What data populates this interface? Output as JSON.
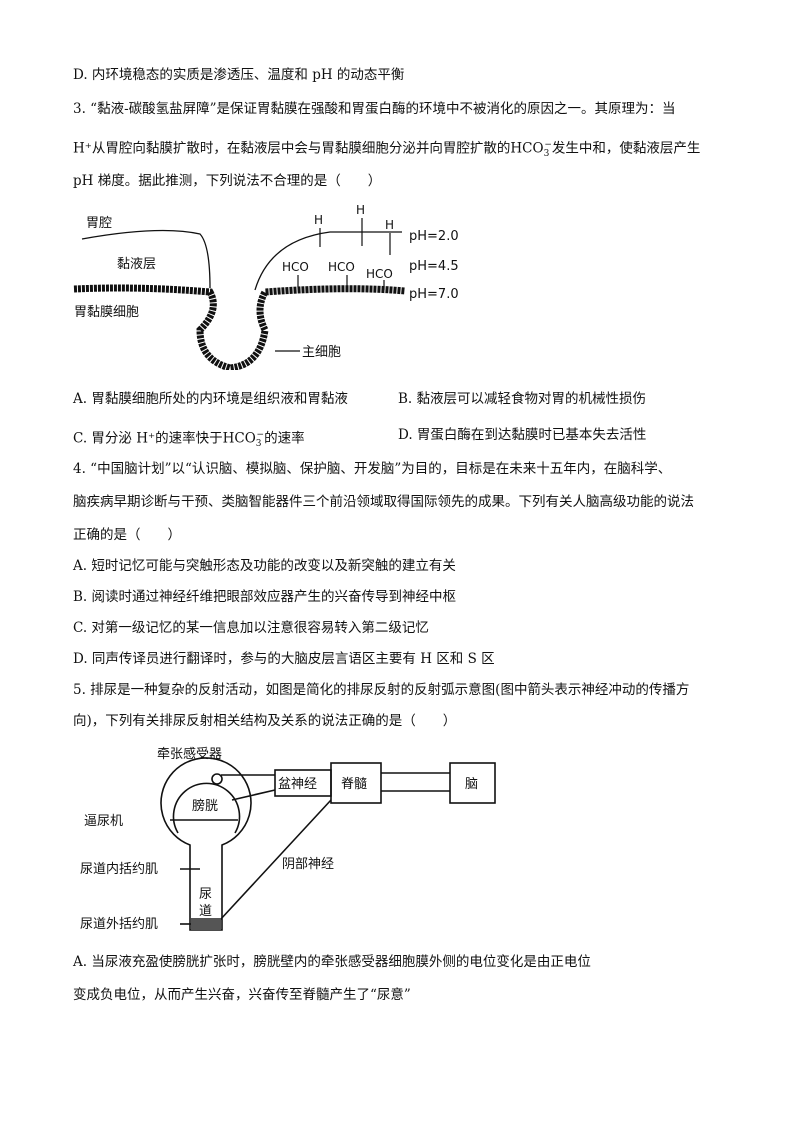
{
  "prev_option_d": "D. 内环境稳态的实质是渗透压、温度和 pH 的动态平衡",
  "q3": {
    "line1": "3. “黏液-碳酸氢盐屏障”是保证胃黏膜在强酸和胃蛋白酶的环境中不被消化的原因之一。其原理为：当",
    "line2a": "H⁺从胃腔向黏膜扩散时，在黏液层中会与胃黏膜细胞分泌并向胃腔扩散的HCO",
    "line2b": "发生中和，使黏液层产生",
    "line3": "pH 梯度。据此推测，下列说法不合理的是（　　）",
    "figure": {
      "lumen": "胃腔",
      "mucus": "黏液层",
      "cells": "胃黏膜细胞",
      "chief": "主细胞",
      "h": "H",
      "hco3": "HCO",
      "ph1": "pH=2.0",
      "ph2": "pH=4.5",
      "ph3": "pH=7.0"
    },
    "options": {
      "a": "A. 胃黏膜细胞所处的内环境是组织液和胃黏液",
      "b": "B. 黏液层可以减轻食物对胃的机械性损伤",
      "c1": "C. 胃分泌 H⁺的速率快于HCO",
      "c2": "的速率",
      "d": "D. 胃蛋白酶在到达黏膜时已基本失去活性"
    }
  },
  "q4": {
    "line1": "4. “中国脑计划”以“认识脑、模拟脑、保护脑、开发脑”为目的，目标是在未来十五年内，在脑科学、",
    "line2": "脑疾病早期诊断与干预、类脑智能器件三个前沿领域取得国际领先的成果。下列有关人脑高级功能的说法",
    "line3": "正确的是（　　）",
    "options": [
      "A. 短时记忆可能与突触形态及功能的改变以及新突触的建立有关",
      "B. 阅读时通过神经纤维把眼部效应器产生的兴奋传导到神经中枢",
      "C. 对第一级记忆的某一信息加以注意很容易转入第二级记忆",
      "D. 同声传译员进行翻译时，参与的大脑皮层言语区主要有 H 区和 S 区"
    ]
  },
  "q5": {
    "line1": "5. 排尿是一种复杂的反射活动，如图是简化的排尿反射的反射弧示意图(图中箭头表示神经冲动的传播方",
    "line2": "向)，下列有关排尿反射相关结构及关系的说法正确的是（　　）",
    "figure": {
      "receptor": "牵张感受器",
      "bladder": "膀胱",
      "detrusor": "逼尿机",
      "internal": "尿道内括约肌",
      "external": "尿道外括约肌",
      "urethra1": "尿",
      "urethra2": "道",
      "pelvic": "盆神经",
      "spinal": "脊髓",
      "brain": "脑",
      "pudendal": "阴部神经"
    },
    "option_a_line1": "A. 当尿液充盈使膀胱扩张时，膀胱壁内的牵张感受器细胞膜外侧的电位变化是由正电位",
    "option_a_line2": "变成负电位，从而产生兴奋，兴奋传至脊髓产生了“尿意”"
  }
}
